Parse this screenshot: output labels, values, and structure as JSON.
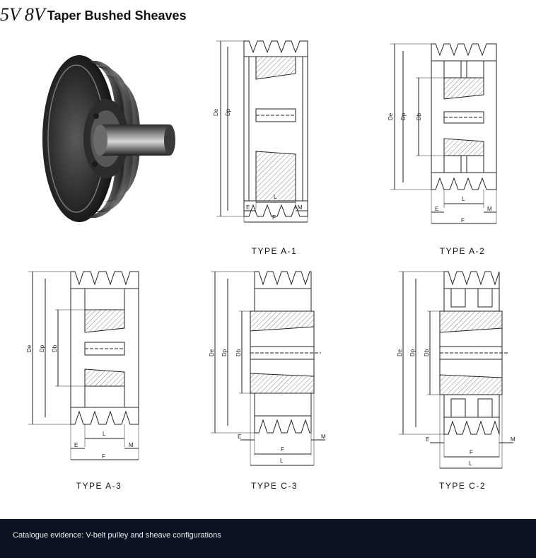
{
  "header": {
    "series": "5V 8V",
    "title": "Taper Bushed Sheaves"
  },
  "figures": [
    {
      "id": "a1",
      "caption": "TYPE  A-1",
      "labels": [
        "De",
        "Dp",
        "L",
        "E",
        "M",
        "F"
      ]
    },
    {
      "id": "a2",
      "caption": "TYPE  A-2",
      "labels": [
        "De",
        "Dp",
        "Db",
        "L",
        "E",
        "M",
        "F"
      ]
    },
    {
      "id": "a3",
      "caption": "TYPE  A-3",
      "labels": [
        "De",
        "Dp",
        "Db",
        "L",
        "E",
        "M",
        "F"
      ]
    },
    {
      "id": "c3",
      "caption": "TYPE  C-3",
      "labels": [
        "De",
        "Dp",
        "Db",
        "E",
        "M",
        "F",
        "L"
      ]
    },
    {
      "id": "c2",
      "caption": "TYPE  C-2",
      "labels": [
        "De",
        "Dp",
        "Db",
        "E",
        "M",
        "F",
        "L"
      ]
    }
  ],
  "footer": {
    "text": "Catalogue evidence: V-belt pulley and sheave configurations"
  },
  "colors": {
    "footer_bg": "#0d1421",
    "footer_text": "#e8ecf2",
    "line": "#222222"
  }
}
